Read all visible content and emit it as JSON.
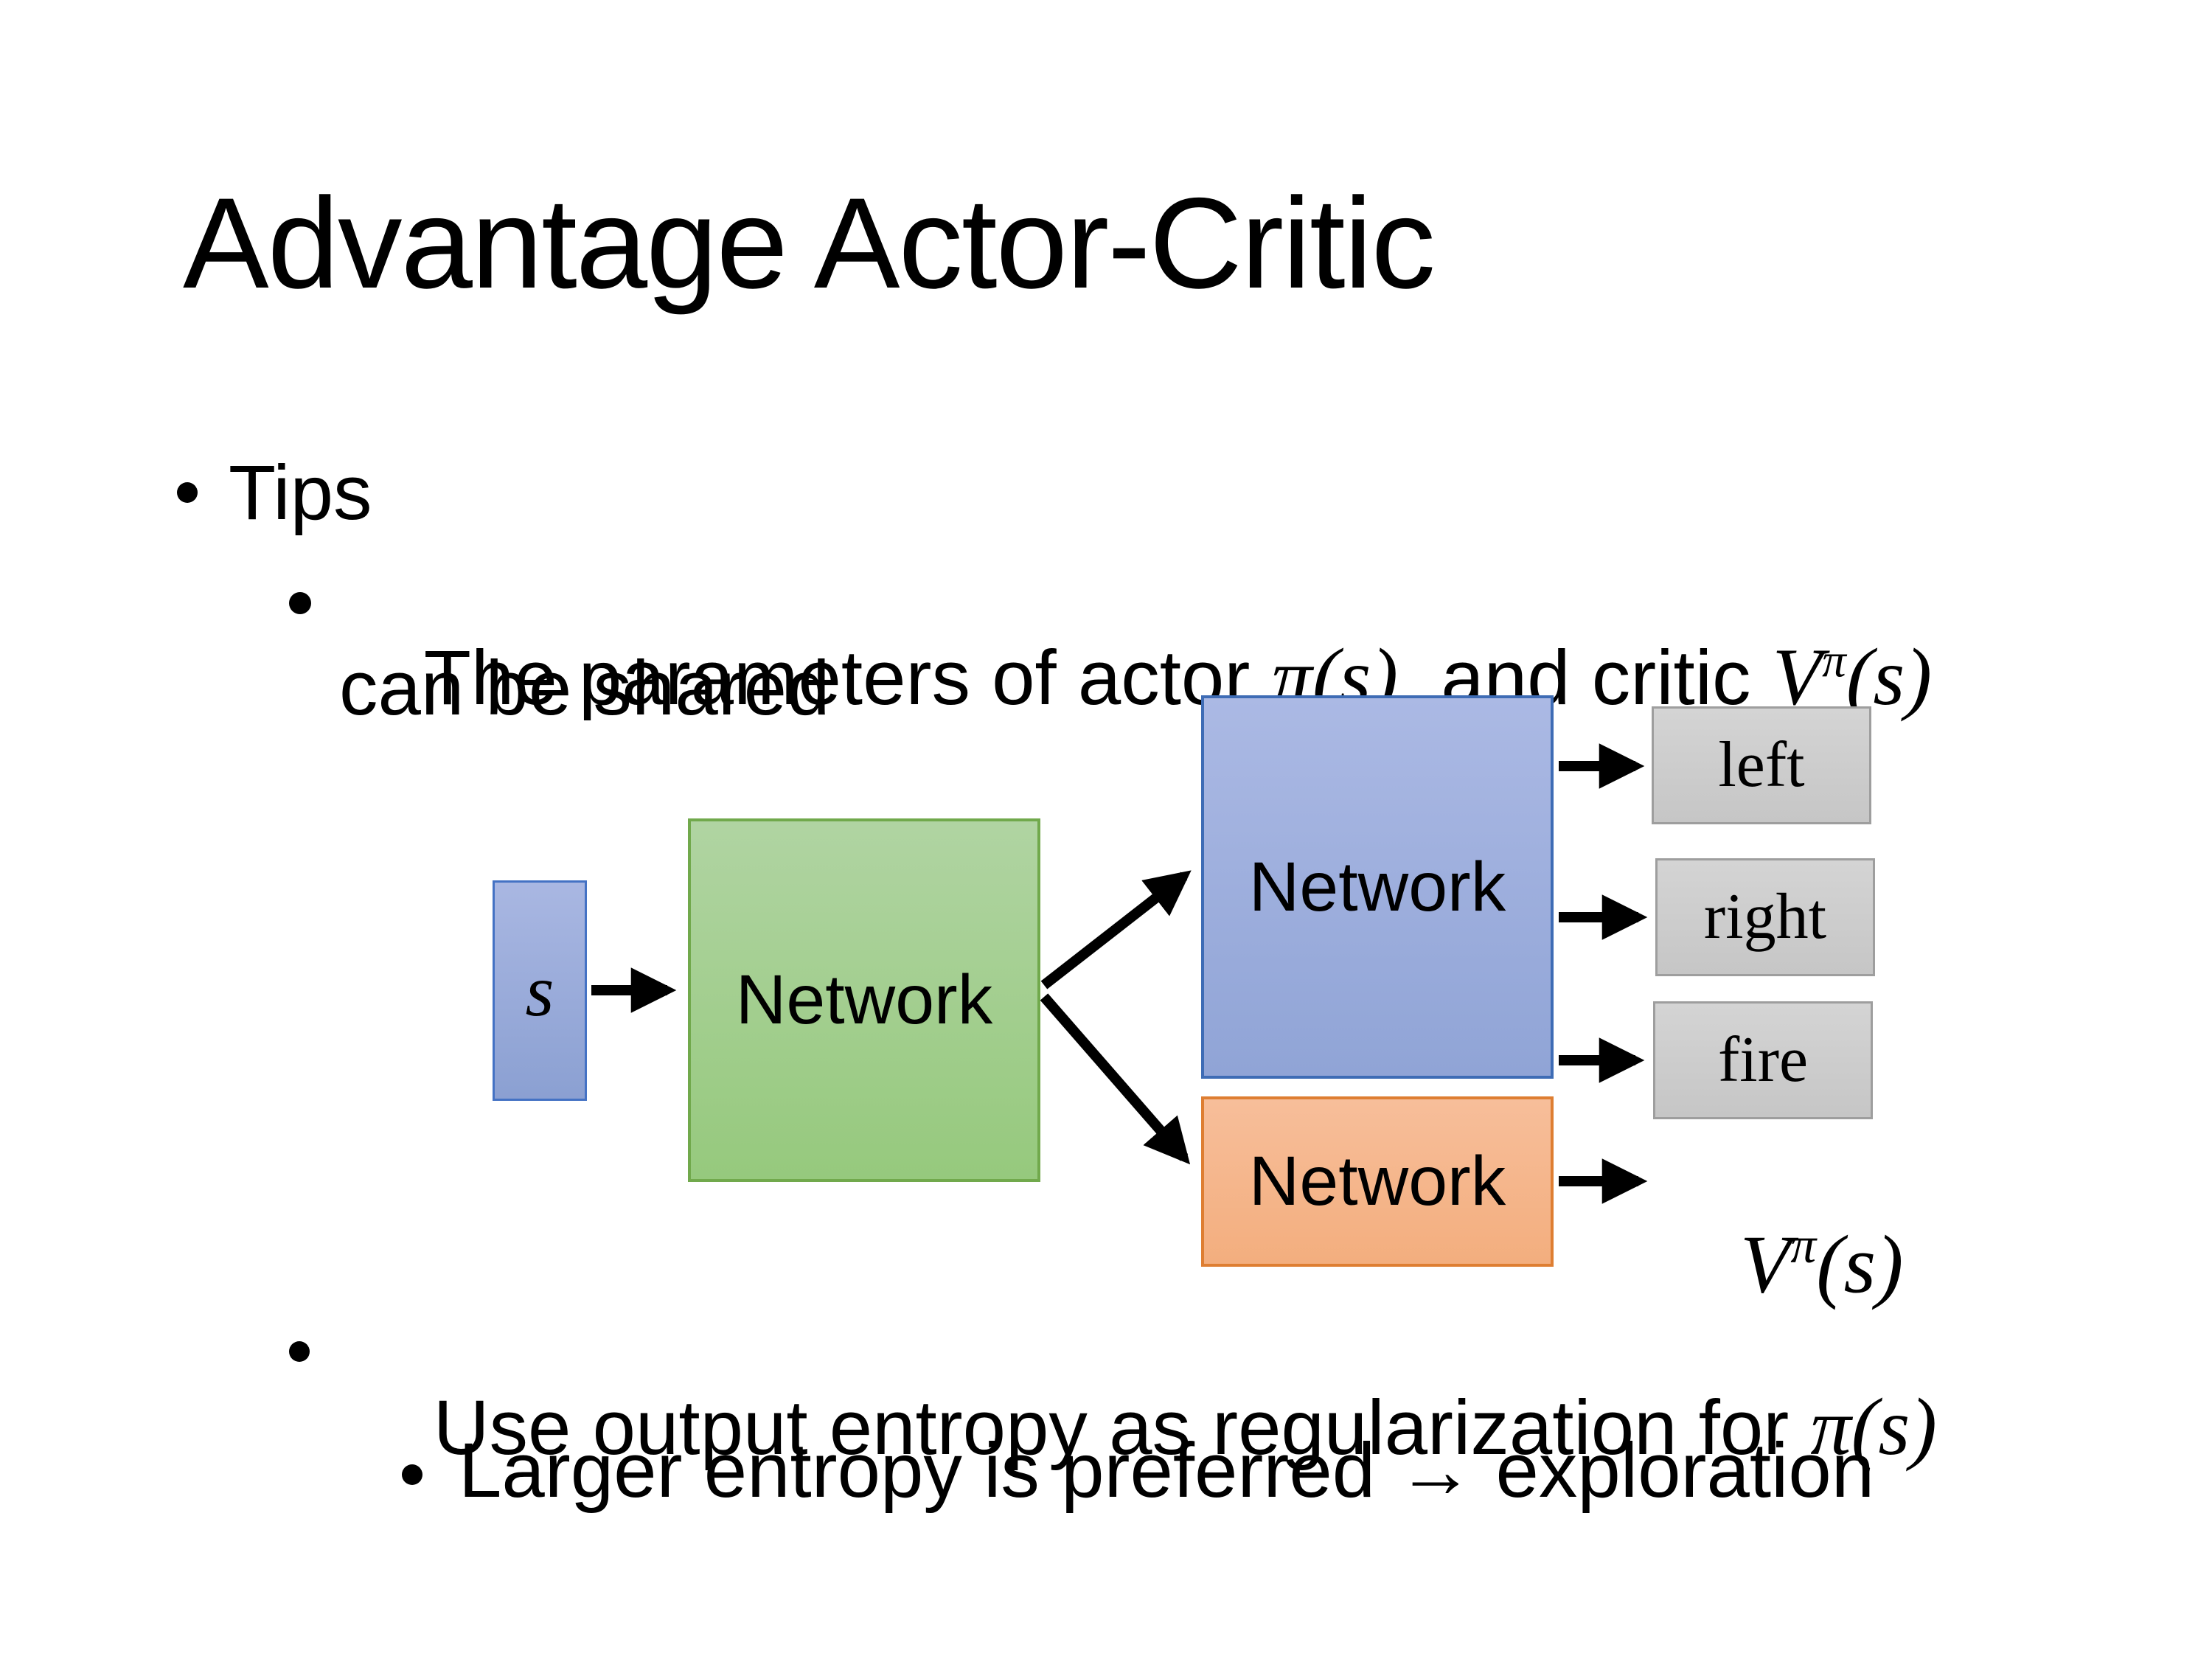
{
  "slide": {
    "title": "Advantage Actor-Critic",
    "bullets": {
      "tips": "Tips",
      "param_pre": "The parameters of actor ",
      "param_math_pi": "π(s)",
      "param_mid": "  and critic ",
      "critic_V": "V",
      "critic_sup": "π",
      "critic_rest": "(s)",
      "param_line2": "can be shared",
      "entropy_pre": "Use output entropy as regularization for ",
      "entropy_math_pi": "π(s)",
      "exploration": "Larger entropy is preferred → exploration"
    },
    "diagram": {
      "state_label": "s",
      "shared_network_label": "Network",
      "actor_network_label": "Network",
      "critic_network_label": "Network",
      "actions": [
        "left",
        "right",
        "fire"
      ],
      "value_V": "V",
      "value_sup": "π",
      "value_rest": "(s)",
      "colors": {
        "state_fill": "#9aabdA",
        "state_border": "#4472c4",
        "shared_fill": "#a8d08d",
        "shared_border": "#71a94c",
        "actor_fill": "#9dafdd",
        "actor_border": "#3e6cb5",
        "critic_fill": "#f4b183",
        "critic_border": "#de7e32",
        "action_fill": "#cdcdcd",
        "action_border": "#9e9e9e",
        "arrow": "#000000"
      }
    }
  }
}
